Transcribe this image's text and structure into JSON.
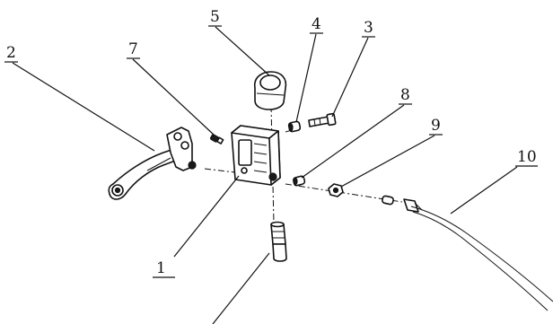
{
  "diagram": {
    "callouts": [
      {
        "id": "1",
        "label": "1"
      },
      {
        "id": "2",
        "label": "2"
      },
      {
        "id": "3",
        "label": "3"
      },
      {
        "id": "4",
        "label": "4"
      },
      {
        "id": "5",
        "label": "5"
      },
      {
        "id": "7",
        "label": "7"
      },
      {
        "id": "8",
        "label": "8"
      },
      {
        "id": "9",
        "label": "9"
      },
      {
        "id": "10",
        "label": "10"
      }
    ]
  }
}
